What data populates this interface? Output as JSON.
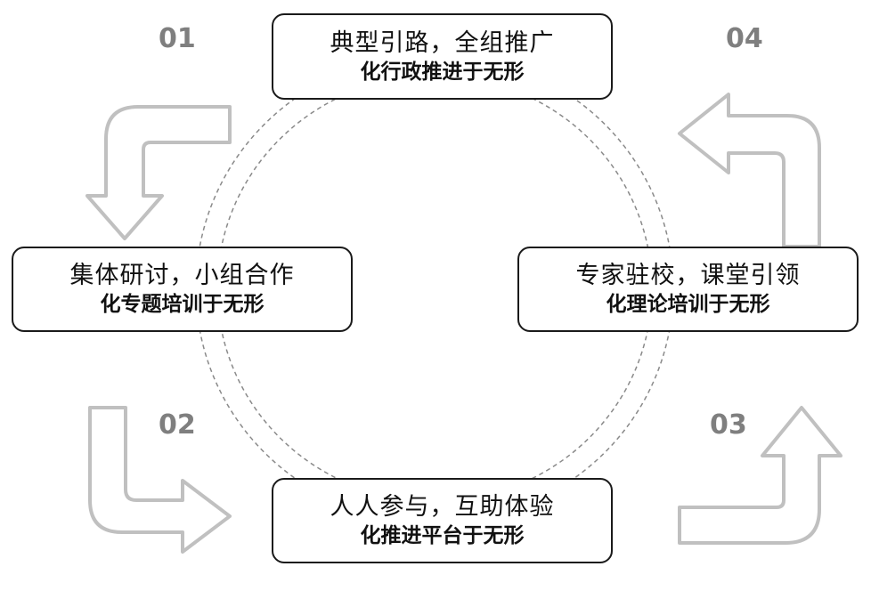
{
  "colors": {
    "arrow_stroke": "#c0c0c0",
    "ring_stroke": "#8a8a8a",
    "box_border": "#1a1a1a",
    "number_text": "#7f7f7f"
  },
  "steps": {
    "top": {
      "line1": "典型引路，全组推广",
      "line2": "化行政推进于无形"
    },
    "left": {
      "line1": "集体研讨，小组合作",
      "line2": "化专题培训于无形"
    },
    "right": {
      "line1": "专家驻校，课堂引领",
      "line2": "化理论培训于无形"
    },
    "bottom": {
      "line1": "人人参与，互助体验",
      "line2": "化推进平台于无形"
    }
  },
  "numbers": {
    "n01": "01",
    "n02": "02",
    "n03": "03",
    "n04": "04"
  }
}
